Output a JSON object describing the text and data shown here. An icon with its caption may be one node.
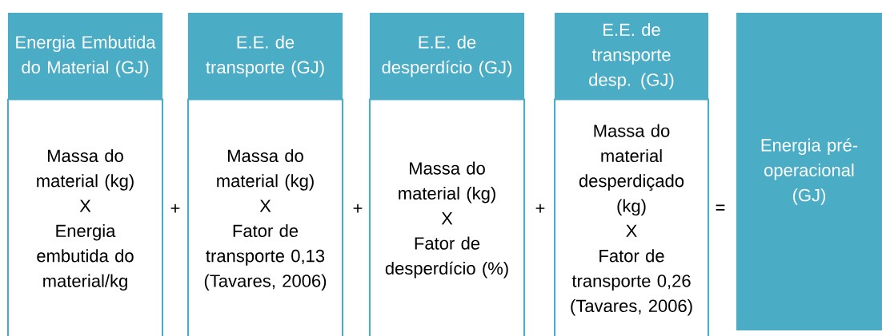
{
  "diagram": {
    "nodes": [
      {
        "text": [
          "Energia Embutida do Material (GJ)"
        ]
      },
      {
        "text": [
          "Massa do material (kg)",
          "X",
          "Energia embutida do material/kg"
        ]
      },
      {
        "text": [
          "E.E. de transporte (GJ)"
        ]
      },
      {
        "text": [
          "Massa do material (kg)",
          "X",
          "Fator de transporte 0,13 (Tavares, 2006)"
        ]
      },
      {
        "text": [
          "E.E. de desperdício (GJ)"
        ]
      },
      {
        "text": [
          "Massa do material (kg)",
          "X",
          "Fator de desperdício (%)"
        ]
      },
      {
        "text": [
          "E.E. de transporte desp. (GJ)"
        ]
      },
      {
        "text": [
          "Massa do material desperdiçado (kg)",
          "X",
          "Fator de transporte 0,26 (Tavares, 2006)"
        ]
      },
      {
        "text": [
          "Energia pré-operacional (GJ)"
        ]
      }
    ],
    "labels": [
      "+",
      "+",
      "+",
      "="
    ]
  }
}
